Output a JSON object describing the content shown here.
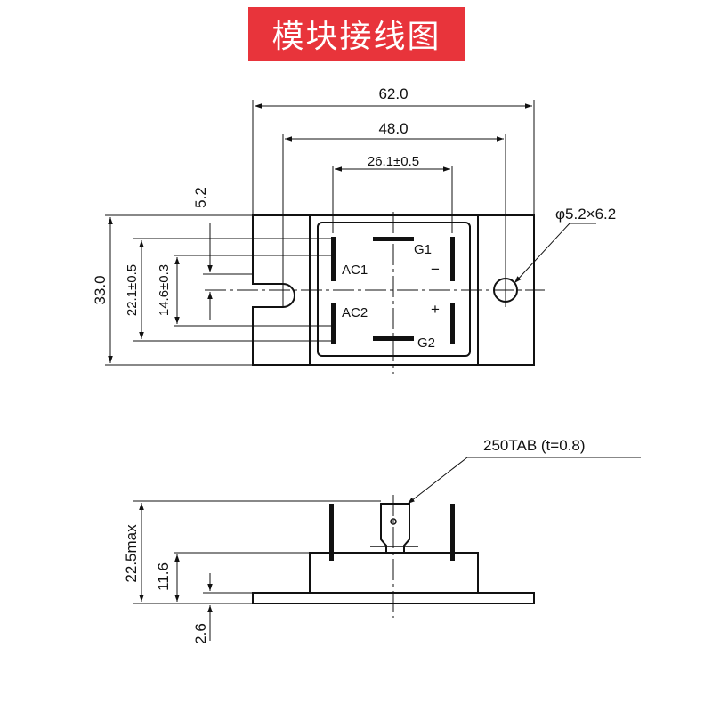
{
  "title": "模块接线图",
  "top_view": {
    "dims": {
      "overall_width": "62.0",
      "hole_spacing": "48.0",
      "terminal_spacing": "26.1±0.5",
      "hole_size": "φ5.2×6.2",
      "offset": "5.2",
      "height": "33.0",
      "pitch_outer": "22.1±0.5",
      "pitch_inner": "14.6±0.3"
    },
    "terminals": {
      "g1": "G1",
      "g2": "G2",
      "ac1": "AC1",
      "ac2": "AC2",
      "minus": "−",
      "plus": "+"
    }
  },
  "side_view": {
    "dims": {
      "tab": "250TAB (t=0.8)",
      "total_height": "22.5max",
      "body_height": "11.6",
      "base_thickness": "2.6"
    }
  },
  "colors": {
    "title_bg": "#e8343b",
    "title_fg": "#ffffff",
    "ink": "#111111"
  }
}
